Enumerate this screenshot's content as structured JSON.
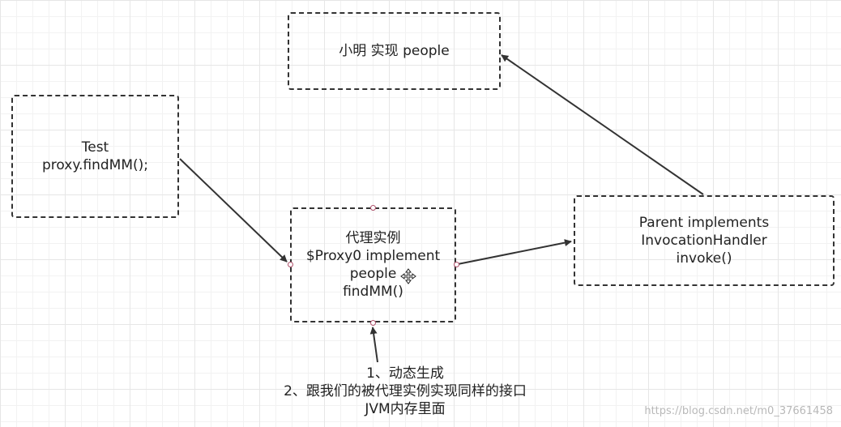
{
  "nodes": {
    "xiaoming": {
      "lines": [
        "小明 实现 people"
      ]
    },
    "test": {
      "lines": [
        "Test",
        "proxy.findMM();"
      ]
    },
    "proxy": {
      "lines": [
        "代理实例",
        "$Proxy0 implement",
        "people",
        "findMM()"
      ]
    },
    "parent": {
      "lines": [
        "Parent implements",
        "InvocationHandler",
        "invoke()"
      ]
    }
  },
  "note": {
    "lines": [
      "1、动态生成",
      "2、跟我们的被代理实例实现同样的接口",
      "JVM内存里面"
    ]
  },
  "edges": [
    {
      "from": "test",
      "to": "proxy"
    },
    {
      "from": "proxy",
      "to": "parent"
    },
    {
      "from": "parent",
      "to": "xiaoming"
    },
    {
      "from": "note",
      "to": "proxy"
    }
  ],
  "watermark": "https://blog.csdn.net/m0_37661458",
  "colors": {
    "stroke": "#333333",
    "handle": "#b0506b",
    "grid": "#e6e6e6"
  }
}
